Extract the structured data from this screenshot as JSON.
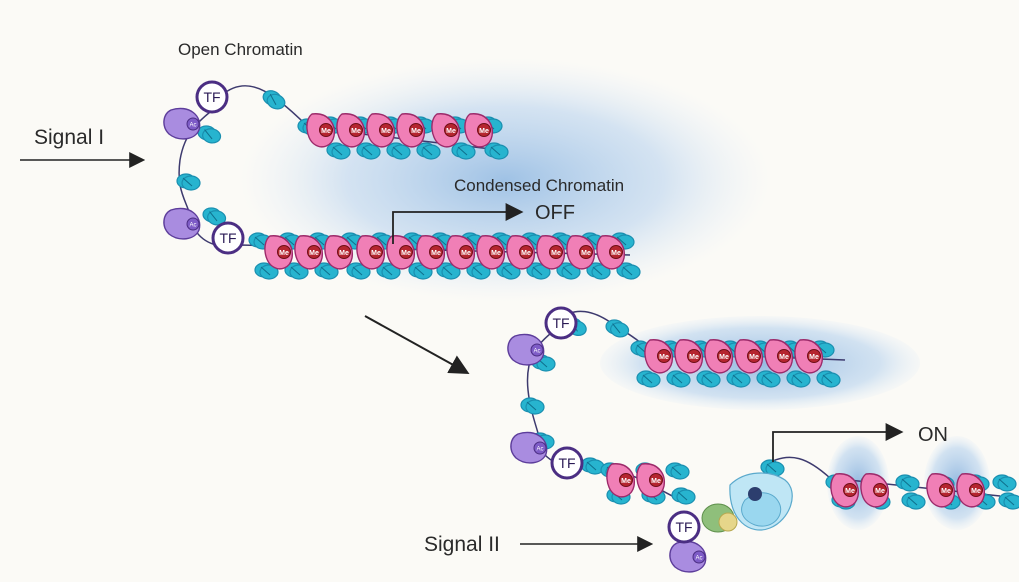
{
  "labels": {
    "open_chromatin": "Open Chromatin",
    "condensed_chromatin": "Condensed Chromatin",
    "signal_1": "Signal I",
    "signal_2": "Signal II",
    "off": "OFF",
    "on": "ON"
  },
  "marks": {
    "transcription_factor": "TF",
    "acetylation": "Ac",
    "methylation": "Me"
  },
  "colors": {
    "background": "#fbfaf6",
    "dna_strand": "#3d3a6e",
    "nucleosome": "#27b4cf",
    "nucleosome_dark": "#1a8fb0",
    "histone_pink": "#f07fb6",
    "methyl_mark": "#b5252f",
    "acetyl_purple": "#a98ce0",
    "tf_outline": "#4b2e83",
    "condensed_halo": "#9fc3e6",
    "arrow": "#222222"
  }
}
